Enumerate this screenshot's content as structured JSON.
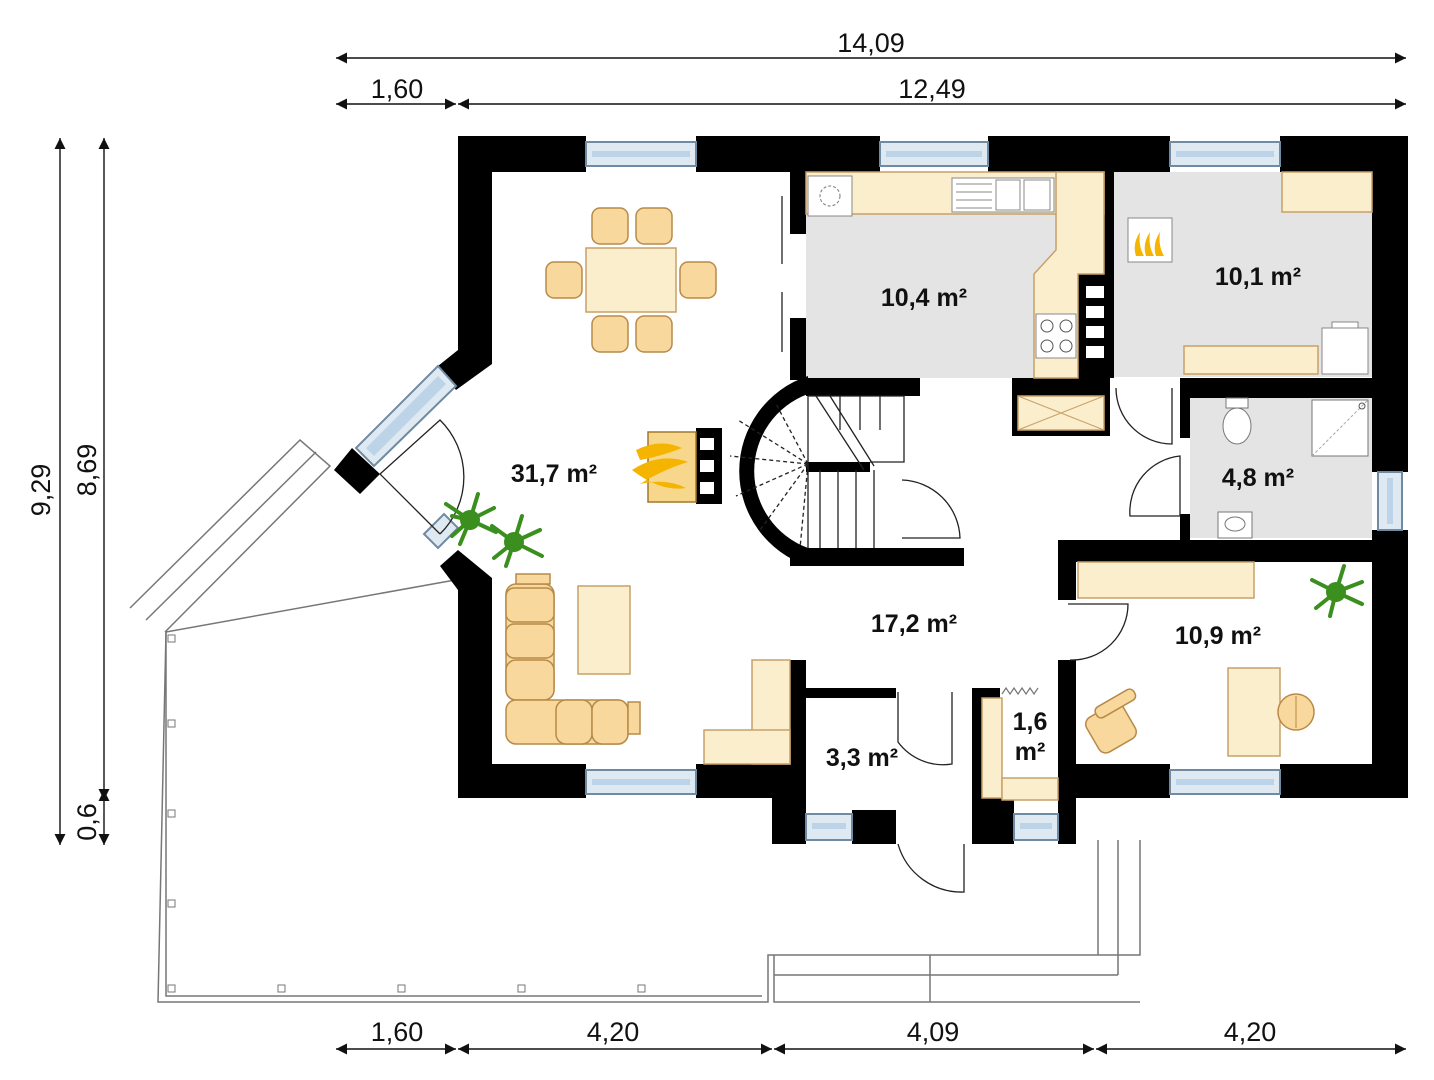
{
  "dimensions": {
    "top_total": "14,09",
    "top_left": "1,60",
    "top_right": "12,49",
    "left_outer": "9,29",
    "left_inner": "8,69",
    "left_small": "0,6",
    "bottom": [
      "1,60",
      "4,20",
      "4,09",
      "4,20"
    ]
  },
  "rooms": {
    "living": "31,7 m²",
    "kitchen": "10,4 m²",
    "utility": "10,1 m²",
    "bathroom": "4,8 m²",
    "hall": "17,2 m²",
    "study": "10,9 m²",
    "vestibule": "3,3 m²",
    "wc_line1": "1,6",
    "wc_line2": "m²"
  },
  "colors": {
    "wall": "#000000",
    "furniture": "#fbeecd",
    "chair": "#f8d89c",
    "floor_grey": "#e4e4e4",
    "fire": "#f4b400",
    "plant": "#3a8f1e"
  },
  "icons": [
    "fireplace-icon",
    "plant-icon",
    "stove-icon",
    "sink-icon",
    "toilet-icon",
    "shower-icon",
    "boiler-icon",
    "spiral-stair-icon"
  ]
}
